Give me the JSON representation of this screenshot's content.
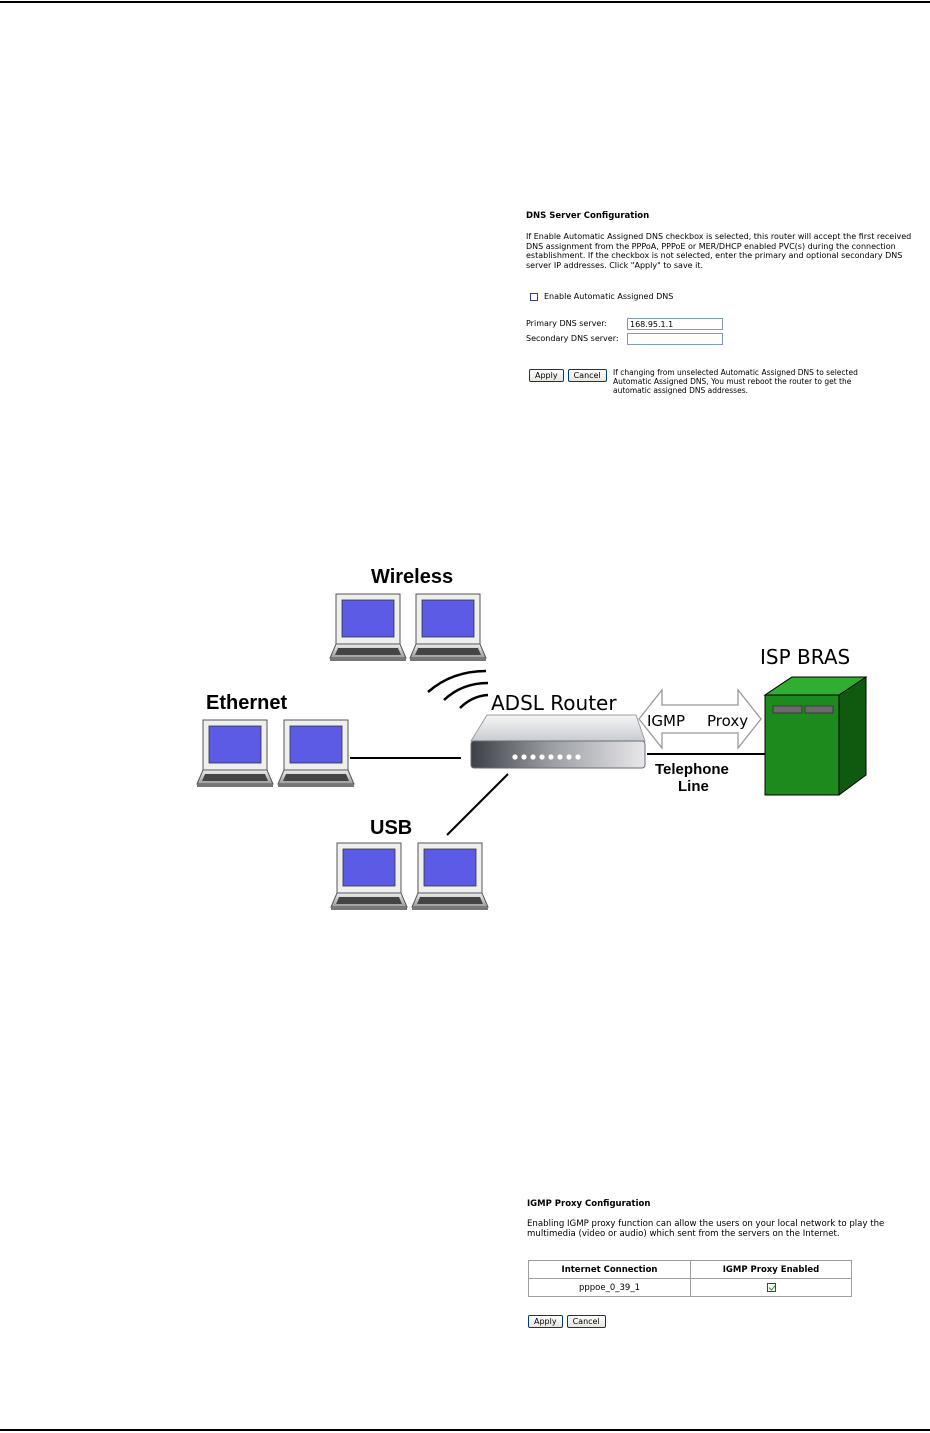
{
  "dns": {
    "title": "DNS Server Configuration",
    "description": "If Enable Automatic Assigned DNS checkbox is selected, this router will accept the first received DNS assignment from the PPPoA, PPPoE or MER/DHCP enabled PVC(s) during the connection establishment. If the checkbox is not selected, enter the primary and optional secondary DNS server IP addresses. Click \"Apply\" to save it.",
    "auto_dns_label": "Enable Automatic Assigned DNS",
    "auto_dns_checked": false,
    "primary_label": "Primary DNS server:",
    "primary_value": "168.95.1.1",
    "secondary_label": "Secondary DNS server:",
    "secondary_value": "",
    "apply_label": "Apply",
    "cancel_label": "Cancel",
    "note": "If changing from unselected Automatic Assigned DNS to selected Automatic Assigned DNS, You must reboot the router to get the automatic assigned DNS addresses."
  },
  "diagram": {
    "wireless_label": "Wireless",
    "ethernet_label": "Ethernet",
    "usb_label": "USB",
    "router_label": "ADSL Router",
    "igmp_label": "IGMP",
    "proxy_label": "Proxy",
    "telephone_label": "Telephone",
    "line_label": "Line",
    "isp_label": "ISP BRAS",
    "colors": {
      "screen": "#5b5be6",
      "server": "#1c8a1c",
      "server_dark": "#0f5a0f"
    }
  },
  "igmp": {
    "title": "IGMP Proxy Configuration",
    "description": "Enabling IGMP proxy function can allow the users on your local network to play the multimedia (video or audio) which sent from the servers on the Internet.",
    "col_connection": "Internet Connection",
    "col_enabled": "IGMP Proxy Enabled",
    "rows": [
      {
        "connection": "pppoe_0_39_1",
        "enabled": true
      }
    ],
    "apply_label": "Apply",
    "cancel_label": "Cancel"
  }
}
